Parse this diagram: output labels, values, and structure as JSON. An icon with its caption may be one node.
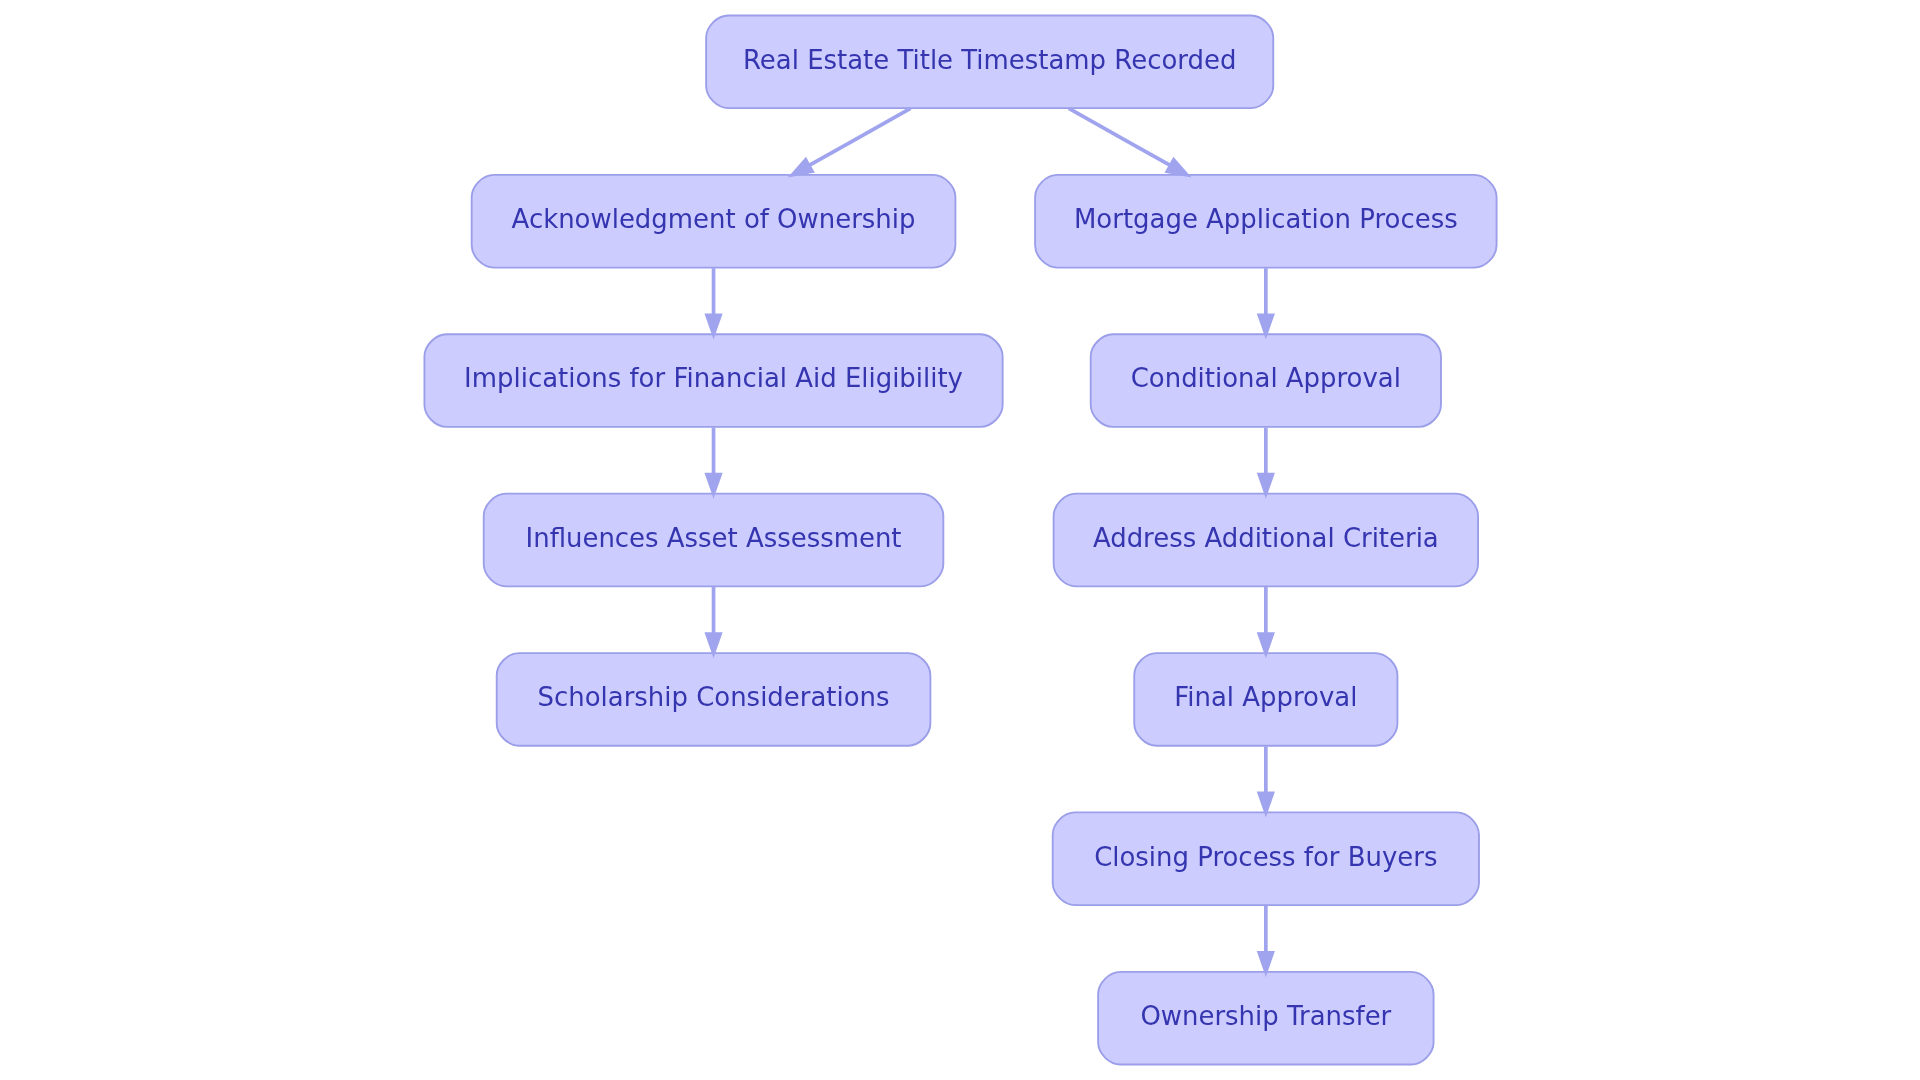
{
  "diagram": {
    "nodes": [
      {
        "text": [
          "Real Estate Title Timestamp Recorded"
        ]
      },
      {
        "text": [
          "Acknowledgment of Ownership"
        ]
      },
      {
        "text": [
          "Mortgage Application Process"
        ]
      },
      {
        "text": [
          "Implications for Financial Aid Eligibility"
        ]
      },
      {
        "text": [
          "Conditional Approval"
        ]
      },
      {
        "text": [
          "Influences Asset Assessment"
        ]
      },
      {
        "text": [
          "Address Additional Criteria"
        ]
      },
      {
        "text": [
          "Scholarship Considerations"
        ]
      },
      {
        "text": [
          "Final Approval"
        ]
      },
      {
        "text": [
          "Closing Process for Buyers"
        ]
      },
      {
        "text": [
          "Ownership Transfer"
        ]
      }
    ],
    "edges": [
      {
        "from": 0,
        "to": 1,
        "arrow": "to"
      },
      {
        "from": 0,
        "to": 2,
        "arrow": "to"
      },
      {
        "from": 1,
        "to": 3,
        "arrow": "to"
      },
      {
        "from": 3,
        "to": 5,
        "arrow": "to"
      },
      {
        "from": 5,
        "to": 7,
        "arrow": "to"
      },
      {
        "from": 2,
        "to": 4,
        "arrow": "to"
      },
      {
        "from": 4,
        "to": 6,
        "arrow": "to"
      },
      {
        "from": 6,
        "to": 8,
        "arrow": "to"
      },
      {
        "from": 8,
        "to": 9,
        "arrow": "to"
      },
      {
        "from": 9,
        "to": 10,
        "arrow": "to"
      }
    ]
  }
}
